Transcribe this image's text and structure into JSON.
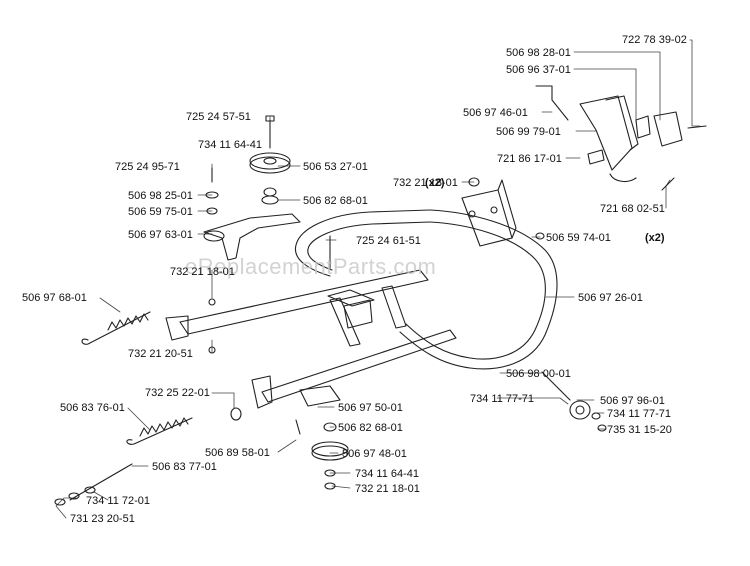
{
  "watermark": "eReplacementParts.com",
  "labels": [
    {
      "id": "l01",
      "text": "722 78 39-02"
    },
    {
      "id": "l02",
      "text": "506 98 28-01"
    },
    {
      "id": "l03",
      "text": "506 96 37-01"
    },
    {
      "id": "l04",
      "text": "506 97 46-01"
    },
    {
      "id": "l05",
      "text": "506 99 79-01"
    },
    {
      "id": "l06",
      "text": "721 86 17-01"
    },
    {
      "id": "l07",
      "text": "721 68 02-51"
    },
    {
      "id": "l08",
      "text": "725 24 57-51"
    },
    {
      "id": "l09",
      "text": "734 11 64-41"
    },
    {
      "id": "l10",
      "text": "506 53 27-01"
    },
    {
      "id": "l11",
      "text": "725 24 95-71"
    },
    {
      "id": "l12",
      "text": "506 82 68-01"
    },
    {
      "id": "l13",
      "text": "506 98 25-01"
    },
    {
      "id": "l14",
      "text": "506 59 75-01"
    },
    {
      "id": "l15",
      "text": "506 97 63-01"
    },
    {
      "id": "l16",
      "text": "732 21 18-01"
    },
    {
      "id": "l17",
      "text": "(x2)"
    },
    {
      "id": "l18",
      "text": "725 24 61-51"
    },
    {
      "id": "l19",
      "text": "506 59 74-01"
    },
    {
      "id": "l20",
      "text": "(x2)"
    },
    {
      "id": "l21",
      "text": "732 21 18-01"
    },
    {
      "id": "l22",
      "text": "506 97 26-01"
    },
    {
      "id": "l23",
      "text": "506 97 68-01"
    },
    {
      "id": "l24",
      "text": "732 21 20-51"
    },
    {
      "id": "l25",
      "text": "732 25 22-01"
    },
    {
      "id": "l26",
      "text": "506 98 00-01"
    },
    {
      "id": "l27",
      "text": "734 11 77-71"
    },
    {
      "id": "l28",
      "text": "506 97 96-01"
    },
    {
      "id": "l29",
      "text": "734 11 77-71"
    },
    {
      "id": "l30",
      "text": "735 31 15-20"
    },
    {
      "id": "l31",
      "text": "506 83 76-01"
    },
    {
      "id": "l32",
      "text": "506 97 50-01"
    },
    {
      "id": "l33",
      "text": "506 82 68-01"
    },
    {
      "id": "l34",
      "text": "506 89 58-01"
    },
    {
      "id": "l35",
      "text": "506 97 48-01"
    },
    {
      "id": "l36",
      "text": "506 83 77-01"
    },
    {
      "id": "l37",
      "text": "734 11 64-41"
    },
    {
      "id": "l38",
      "text": "734 11 72-01"
    },
    {
      "id": "l39",
      "text": "732 21 18-01"
    },
    {
      "id": "l40",
      "text": "731 23 20-51"
    }
  ]
}
